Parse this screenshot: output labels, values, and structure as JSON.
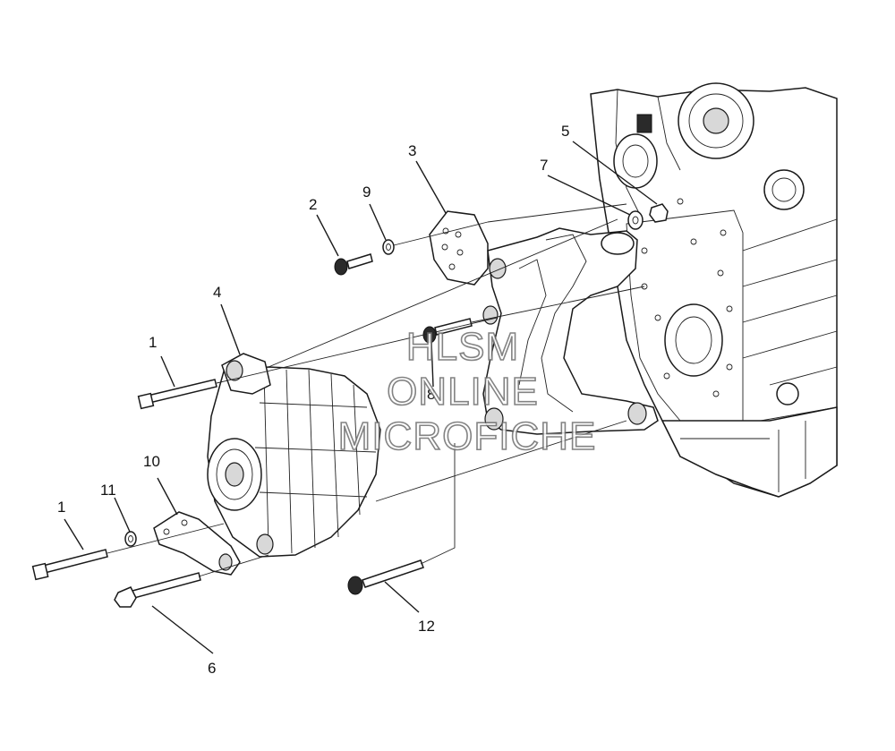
{
  "callouts": [
    {
      "id": "c1a",
      "label": "1"
    },
    {
      "id": "c1b",
      "label": "1"
    },
    {
      "id": "c2",
      "label": "2"
    },
    {
      "id": "c3",
      "label": "3"
    },
    {
      "id": "c4",
      "label": "4"
    },
    {
      "id": "c5",
      "label": "5"
    },
    {
      "id": "c6",
      "label": "6"
    },
    {
      "id": "c7",
      "label": "7"
    },
    {
      "id": "c8",
      "label": "8"
    },
    {
      "id": "c9",
      "label": "9"
    },
    {
      "id": "c10",
      "label": "10"
    },
    {
      "id": "c11",
      "label": "11"
    },
    {
      "id": "c12",
      "label": "12"
    }
  ],
  "watermark": {
    "line1": "HLSM",
    "line2": "ONLINE",
    "line3": "MICROFICHE"
  }
}
